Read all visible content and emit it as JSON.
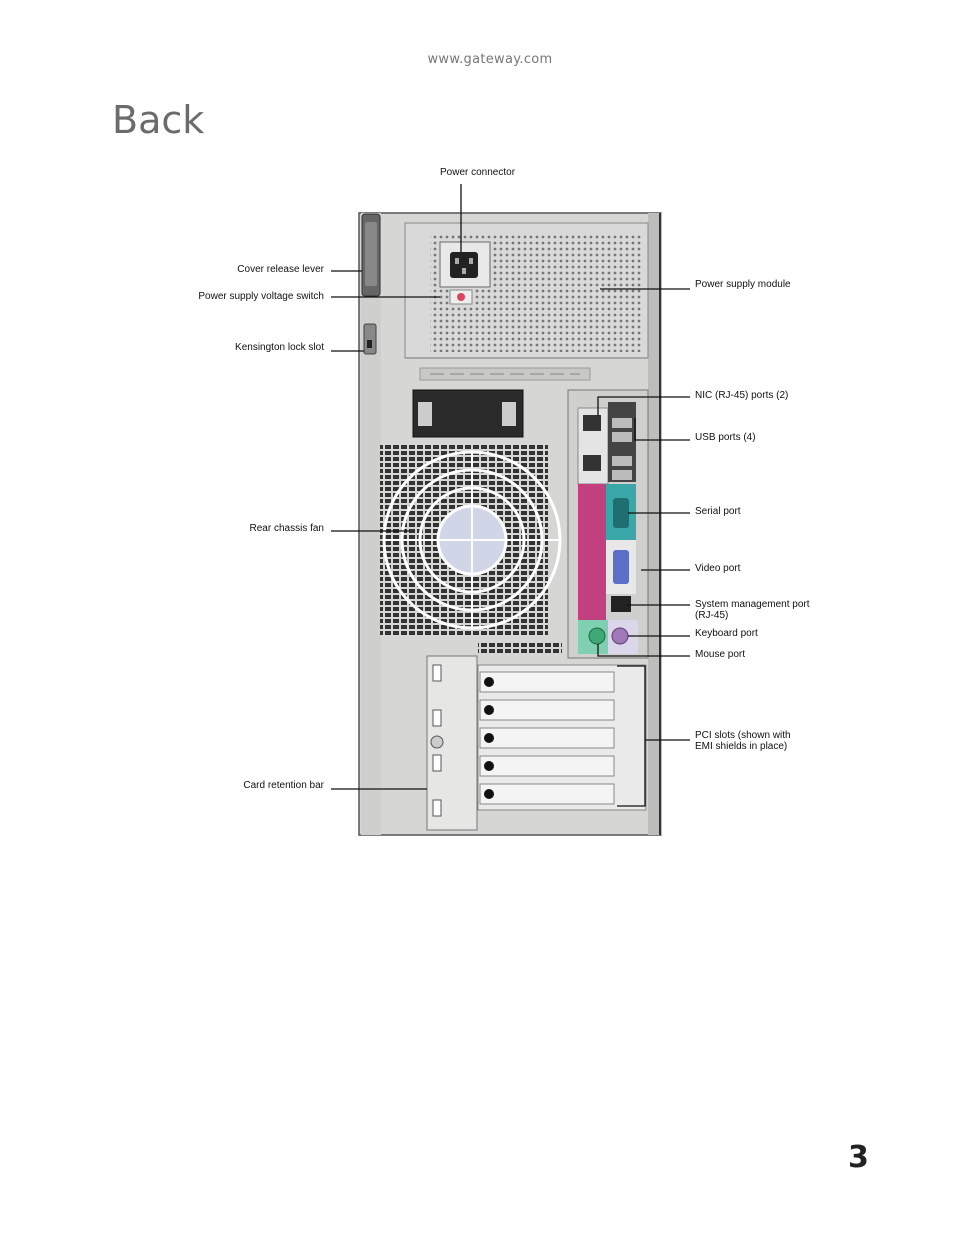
{
  "header": {
    "url": "www.gateway.com"
  },
  "page": {
    "title": "Back",
    "number": "3"
  },
  "callouts": {
    "power_connector": "Power connector",
    "cover_release_lever": "Cover release lever",
    "power_supply_voltage_switch": "Power supply voltage switch",
    "kensington_lock_slot": "Kensington lock slot",
    "rear_chassis_fan": "Rear chassis fan",
    "card_retention_bar": "Card retention bar",
    "power_supply_module": "Power supply module",
    "nic_ports": "NIC (RJ-45) ports (2)",
    "usb_ports": "USB ports (4)",
    "serial_port": "Serial port",
    "video_port": "Video port",
    "system_management_port_line1": "System management port",
    "system_management_port_line2": "(RJ-45)",
    "keyboard_port": "Keyboard port",
    "mouse_port": "Mouse port",
    "pci_slots_line1": "PCI slots (shown with",
    "pci_slots_line2": "EMI shields in place)"
  },
  "colors": {
    "chassis": "#d8d8d6",
    "magenta": "#c2407f",
    "teal": "#3aa7a8",
    "purple": "#a07ab8",
    "green": "#3fa874"
  }
}
